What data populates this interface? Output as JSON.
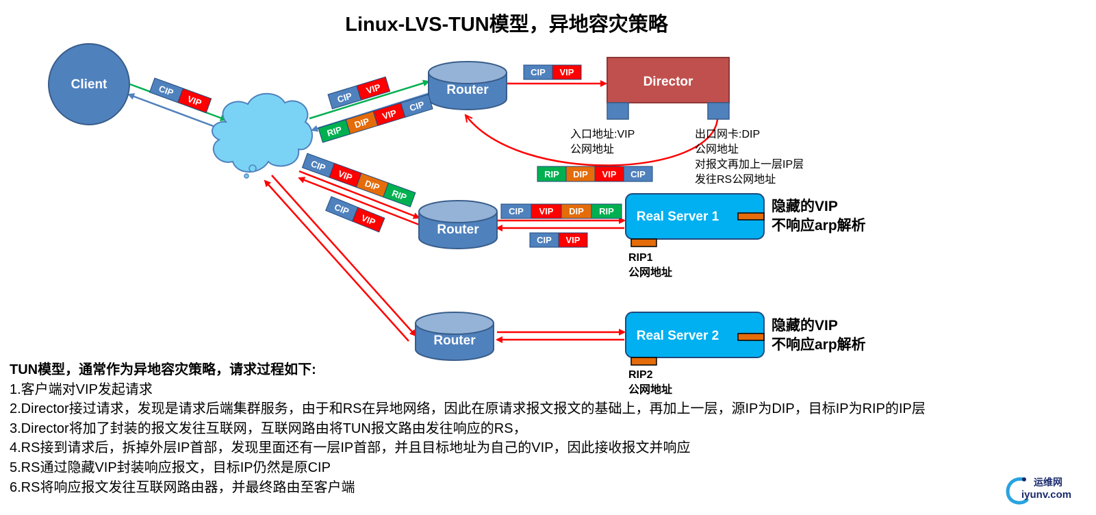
{
  "title": "Linux-LVS-TUN模型，异地容灾策略",
  "nodes": {
    "client": "Client",
    "router": "Router",
    "director": "Director",
    "rs1": "Real Server 1",
    "rs2": "Real Server 2"
  },
  "packet_labels": {
    "cip": "CIP",
    "vip": "VIP",
    "dip": "DIP",
    "rip": "RIP"
  },
  "colors": {
    "cip": "#4f81bd",
    "vip": "#ff0000",
    "dip": "#e46c0a",
    "rip": "#00b050",
    "node": "#4f81bd",
    "director": "#c0504d",
    "server": "#00b0f0",
    "cloud": "#7ad3f5"
  },
  "director_notes": {
    "in_line1": "入口地址:VIP",
    "in_line2": "公网地址",
    "out_line1": "出口网卡:DIP",
    "out_line2": "公网地址",
    "out_line3": "对报文再加上一层IP层",
    "out_line4": "发往RS公网地址"
  },
  "rs1_side": {
    "line1": "隐藏的VIP",
    "line2": "不响应arp解析"
  },
  "rs2_side": {
    "line1": "隐藏的VIP",
    "line2": "不响应arp解析"
  },
  "rip1": {
    "line1": "RIP1",
    "line2": "公网地址"
  },
  "rip2": {
    "line1": "RIP2",
    "line2": "公网地址"
  },
  "steps": {
    "heading": "TUN模型，通常作为异地容灾策略，请求过程如下:",
    "s1": "1.客户端对VIP发起请求",
    "s2": "2.Director接过请求，发现是请求后端集群服务，由于和RS在异地网络，因此在原请求报文报文的基础上，再加上一层，源IP为DIP，目标IP为RIP的IP层",
    "s3": "3.Director将加了封装的报文发往互联网，互联网路由将TUN报文路由发往响应的RS，",
    "s4": "4.RS接到请求后，拆掉外层IP首部，发现里面还有一层IP首部，并且目标地址为自己的VIP，因此接收报文并响应",
    "s5": "5.RS通过隐藏VIP封装响应报文，目标IP仍然是原CIP",
    "s6": "6.RS将响应报文发往互联网路由器，并最终路由至客户端"
  },
  "logo": {
    "line1": "运维网",
    "line2": "iyunv.com"
  }
}
